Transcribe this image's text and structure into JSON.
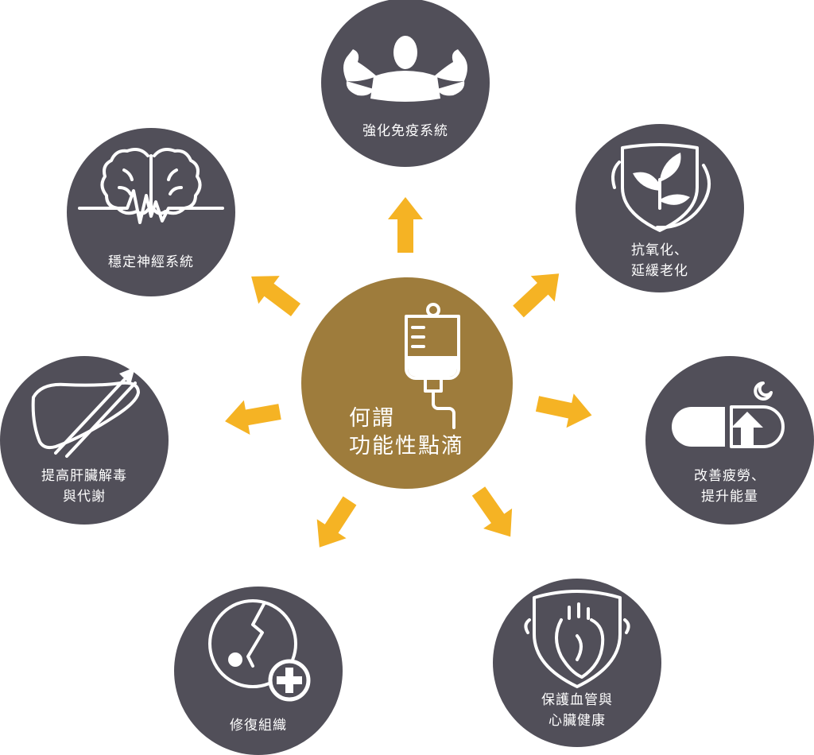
{
  "colors": {
    "node": "#514f59",
    "center": "#9e7c3c",
    "arrow": "#f5b324",
    "text": "#ffffff"
  },
  "center": {
    "icon": "iv-drip-bag-icon",
    "lines": [
      "何謂",
      "功能性點滴"
    ]
  },
  "nodes": [
    {
      "id": "immune",
      "icon": "muscle-torso-icon",
      "lines": [
        "強化免疫系統"
      ]
    },
    {
      "id": "antiaging",
      "icon": "shield-plant-icon",
      "lines": [
        "抗氧化、",
        "延緩老化"
      ]
    },
    {
      "id": "energy",
      "icon": "capsule-arrow-up-icon",
      "lines": [
        "改善疲勞、",
        "提升能量"
      ]
    },
    {
      "id": "heart",
      "icon": "heart-shield-icon",
      "lines": [
        "保護血管與",
        "心臟健康"
      ]
    },
    {
      "id": "repair",
      "icon": "bone-repair-icon",
      "lines": [
        "修復組織"
      ]
    },
    {
      "id": "liver",
      "icon": "liver-arrow-icon",
      "lines": [
        "提高肝臟解毒",
        "與代謝"
      ]
    },
    {
      "id": "nerve",
      "icon": "brain-wave-icon",
      "lines": [
        "穩定神經系統"
      ]
    }
  ]
}
